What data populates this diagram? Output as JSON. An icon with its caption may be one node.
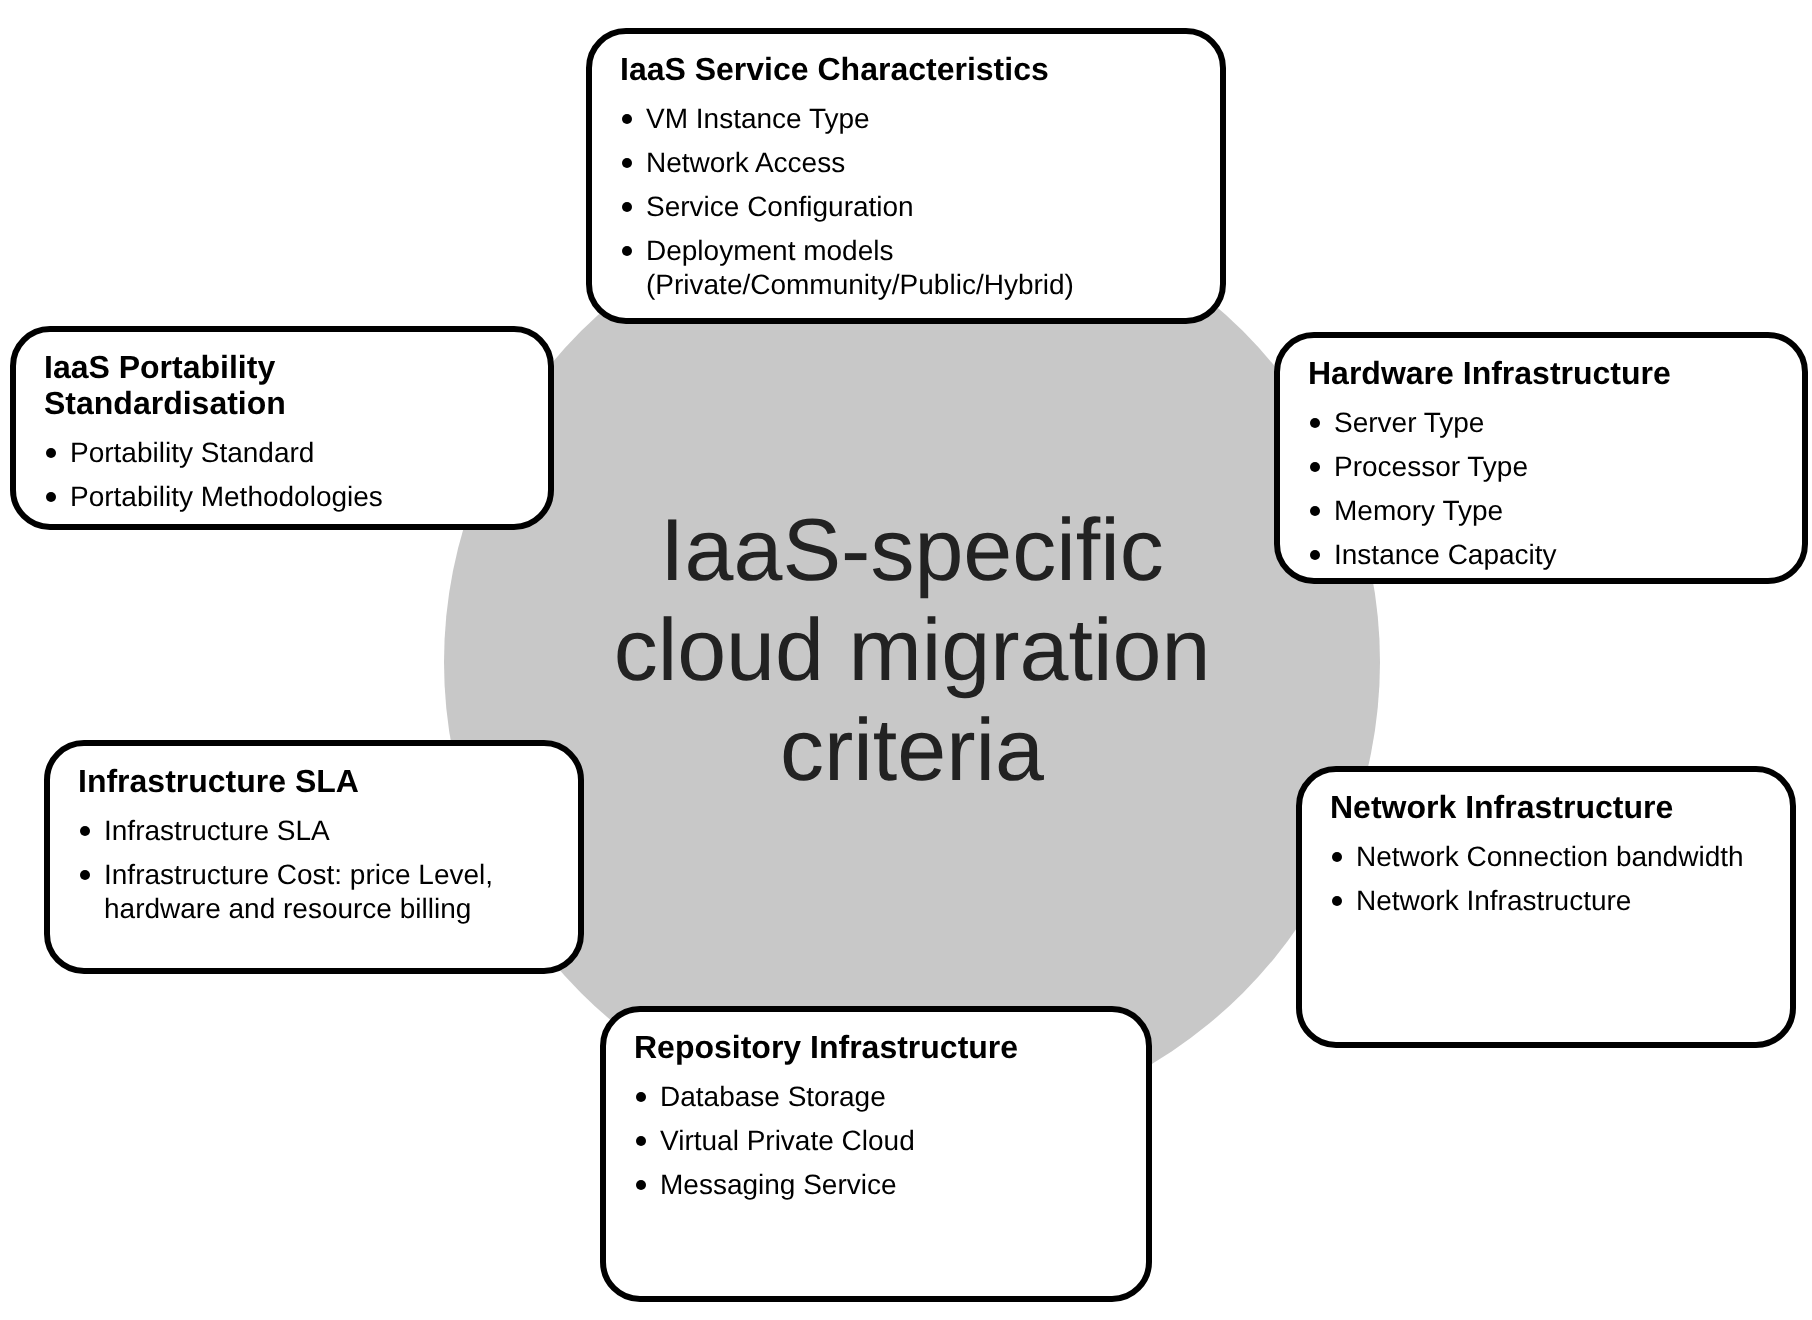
{
  "diagram": {
    "nodes": [
      {
        "text": [
          "IaaS-specific cloud migration criteria"
        ]
      },
      {
        "text": [
          "IaaS Service Characteristics",
          "VM Instance Type",
          "Network Access",
          "Service Configuration",
          "Deployment models (Private/Community/Public/Hybrid)"
        ]
      },
      {
        "text": [
          "IaaS Portability Standardisation",
          "Portability Standard",
          "Portability Methodologies"
        ]
      },
      {
        "text": [
          "Hardware Infrastructure",
          "Server Type",
          "Processor Type",
          "Memory Type",
          "Instance Capacity"
        ]
      },
      {
        "text": [
          "Infrastructure SLA",
          "Infrastructure SLA",
          "Infrastructure Cost: price Level, hardware and resource billing"
        ]
      },
      {
        "text": [
          "Network Infrastructure",
          "Network Connection bandwidth",
          "Network Infrastructure"
        ]
      },
      {
        "text": [
          "Repository Infrastructure",
          "Database Storage",
          "Virtual Private Cloud",
          "Messaging Service"
        ]
      }
    ],
    "edges": []
  }
}
